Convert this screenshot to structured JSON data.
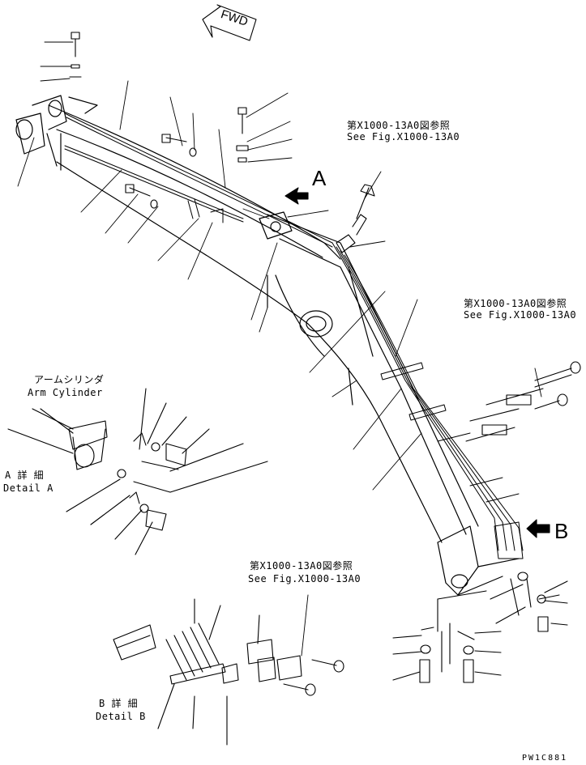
{
  "labels": {
    "fwd": "FWD",
    "ref1_jp": "第X1000-13A0図参照",
    "ref1_en": "See Fig.X1000-13A0",
    "ref2_jp": "第X1000-13A0図参照",
    "ref2_en": "See Fig.X1000-13A0",
    "ref3_jp": "第X1000-13A0図参照",
    "ref3_en": "See Fig.X1000-13A0",
    "arrow_a": "A",
    "arrow_b": "B",
    "arm_cyl_jp": "アームシリンダ",
    "arm_cyl_en": "Arm Cylinder",
    "detail_a_jp": "A 詳 細",
    "detail_a_en": "Detail A",
    "detail_b_jp": "B 詳 細",
    "detail_b_en": "Detail B",
    "drawing_code": "PW1C881"
  },
  "colors": {
    "ink": "#000000",
    "paper": "#ffffff"
  }
}
